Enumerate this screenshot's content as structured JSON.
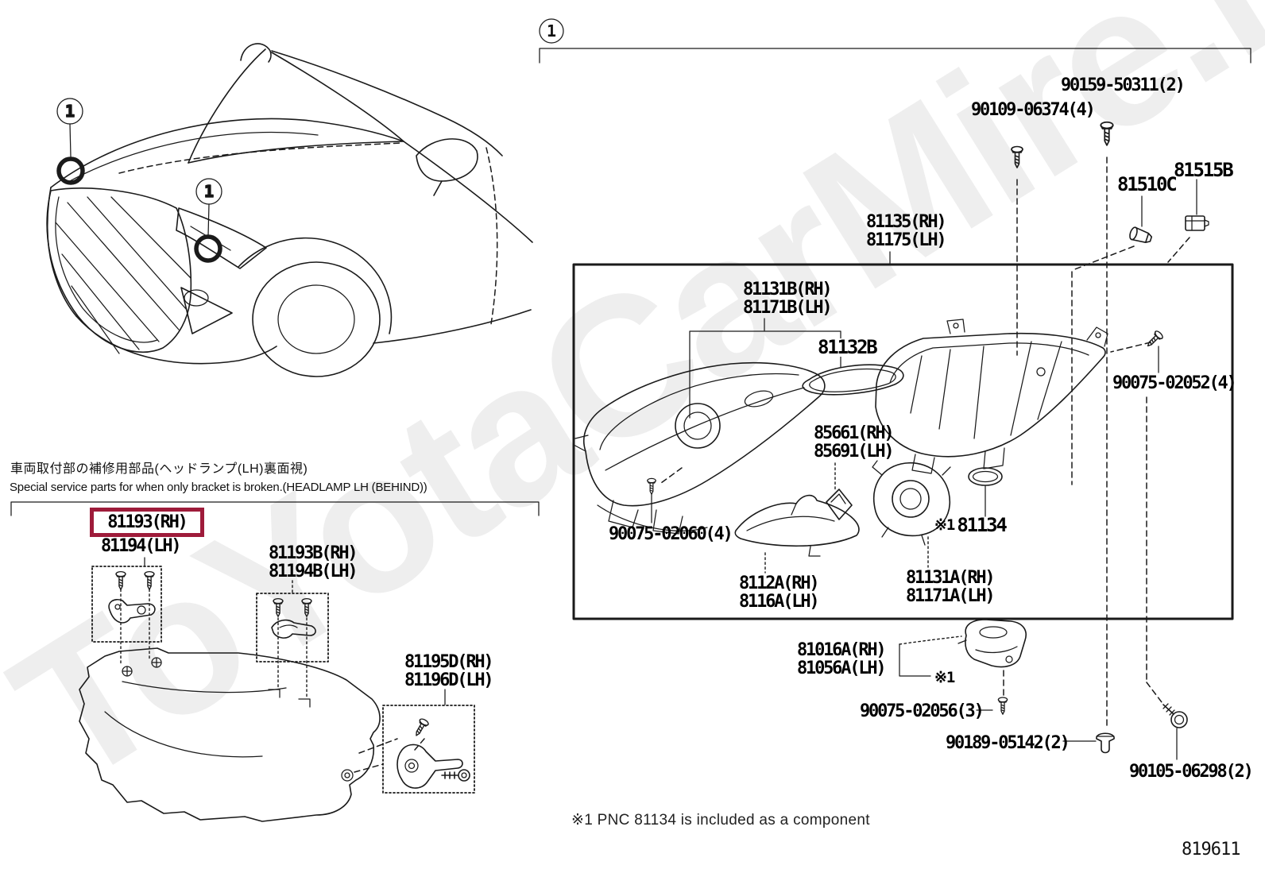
{
  "page": {
    "watermark": "ToYotaCarMire.ru",
    "page_number": "819611",
    "callout_number": "1",
    "footnote": "※1 PNC 81134 is included as a component",
    "highlight_color": "#9e1b3a"
  },
  "service_section": {
    "title_jp": "車両取付部の補修用部品(ヘッドランプ(LH)裏面視)",
    "title_en": "Special service parts for when only bracket is broken.(HEADLAMP LH (BEHIND))"
  },
  "parts": {
    "p90109": {
      "text": "90109-06374(4)"
    },
    "p90159": {
      "text": "90159-50311(2)"
    },
    "p81510C": {
      "text": "81510C"
    },
    "p81515B": {
      "text": "81515B"
    },
    "p81135": {
      "rh": "81135(RH)",
      "lh": "81175(LH)"
    },
    "p81131B": {
      "rh": "81131B(RH)",
      "lh": "81171B(LH)"
    },
    "p81132B": {
      "text": "81132B"
    },
    "p90075_02052": {
      "text": "90075-02052(4)"
    },
    "p85661": {
      "rh": "85661(RH)",
      "lh": "85691(LH)"
    },
    "p81134": {
      "ref": "※1",
      "text": "81134"
    },
    "p90075_02060": {
      "text": "90075-02060(4)"
    },
    "p8112A": {
      "rh": "8112A(RH)",
      "lh": "8116A(LH)"
    },
    "p81131A": {
      "rh": "81131A(RH)",
      "lh": "81171A(LH)"
    },
    "p81016A": {
      "rh": "81016A(RH)",
      "lh": "81056A(LH)",
      "ref": "※1"
    },
    "p90075_02056": {
      "text": "90075-02056(3)"
    },
    "p90189": {
      "text": "90189-05142(2)"
    },
    "p90105": {
      "text": "90105-06298(2)"
    },
    "p81193": {
      "rh": "81193(RH)",
      "lh": "81194(LH)"
    },
    "p81193B": {
      "rh": "81193B(RH)",
      "lh": "81194B(LH)"
    },
    "p81195D": {
      "rh": "81195D(RH)",
      "lh": "81196D(LH)"
    }
  },
  "icons": [
    "screw-icon",
    "bolt-icon",
    "clip-icon",
    "bulb-icon",
    "socket-icon",
    "o-ring-icon",
    "grommet-icon",
    "callout-circle-icon"
  ]
}
